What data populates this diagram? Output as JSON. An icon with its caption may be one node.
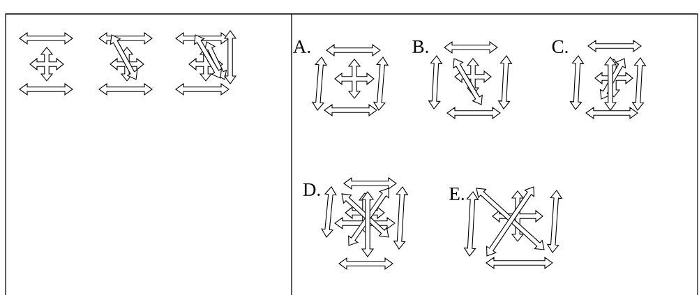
{
  "diagram": {
    "labels": [
      "A.",
      "B.",
      "C.",
      "D.",
      "E."
    ]
  }
}
